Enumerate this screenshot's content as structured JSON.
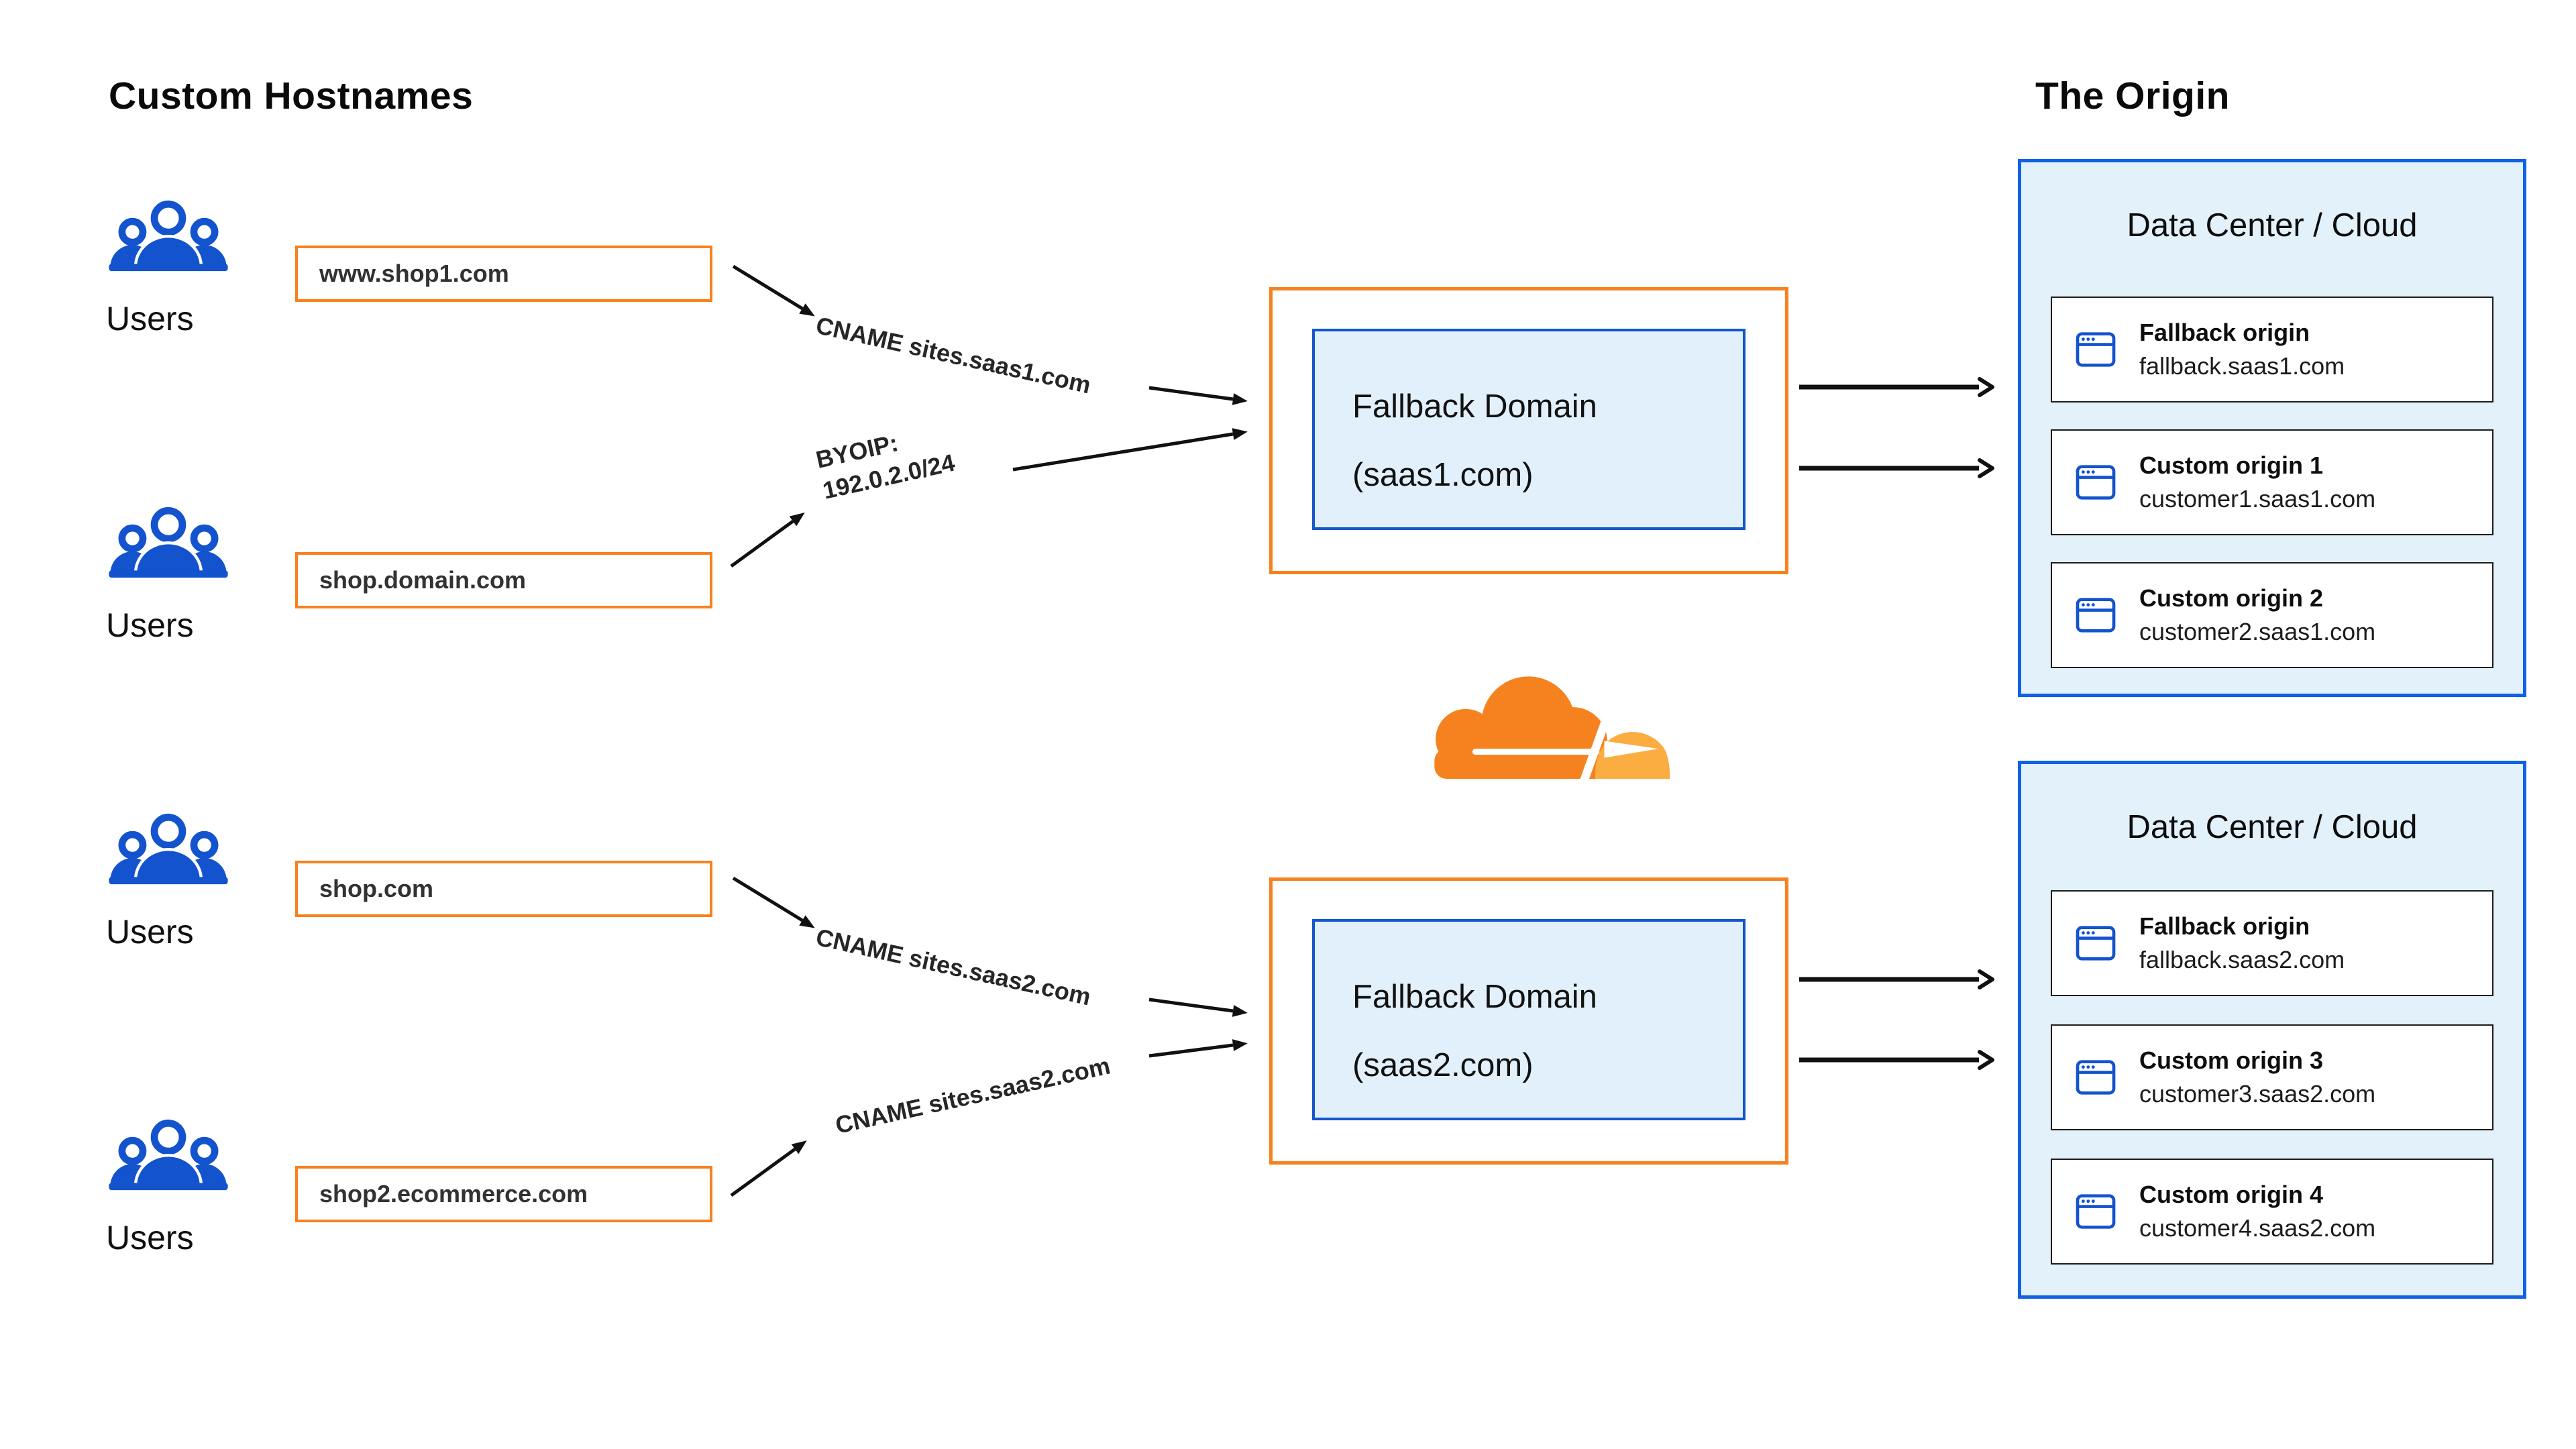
{
  "headings": {
    "left": "Custom Hostnames",
    "right": "The Origin"
  },
  "users_label": "Users",
  "hostnames": [
    "www.shop1.com",
    "shop.domain.com",
    "shop.com",
    "shop2.ecommerce.com"
  ],
  "routes": {
    "cname_saas1": "CNAME sites.saas1.com",
    "byoip_line1": "BYOIP:",
    "byoip_line2": "192.0.2.0/24",
    "cname_saas2": "CNAME sites.saas2.com"
  },
  "fallbacks": [
    {
      "line1": "Fallback Domain",
      "line2": "(saas1.com)"
    },
    {
      "line1": "Fallback Domain",
      "line2": "(saas2.com)"
    }
  ],
  "datacenters": [
    {
      "title": "Data Center / Cloud",
      "origins": [
        {
          "label": "Fallback origin",
          "host": "fallback.saas1.com"
        },
        {
          "label": "Custom origin 1",
          "host": "customer1.saas1.com"
        },
        {
          "label": "Custom origin 2",
          "host": "customer2.saas1.com"
        }
      ]
    },
    {
      "title": "Data Center / Cloud",
      "origins": [
        {
          "label": "Fallback origin",
          "host": "fallback.saas2.com"
        },
        {
          "label": "Custom origin 3",
          "host": "customer3.saas2.com"
        },
        {
          "label": "Custom origin 4",
          "host": "customer4.saas2.com"
        }
      ]
    }
  ],
  "icons": {
    "users": "users-icon",
    "origin": "browser-window-icon",
    "logo": "cloudflare-logo"
  },
  "colors": {
    "orange": "#F6821F",
    "orange_light": "#FBAD41",
    "icon_blue": "#1353CD",
    "dc_border_blue": "#0F62E6",
    "fallback_border_blue": "#1456CC",
    "dc_bg": "#E3F1FB",
    "fallback_bg": "#E1F0FA",
    "arrow": "#111111",
    "canvas_bg": "#ffffff"
  }
}
